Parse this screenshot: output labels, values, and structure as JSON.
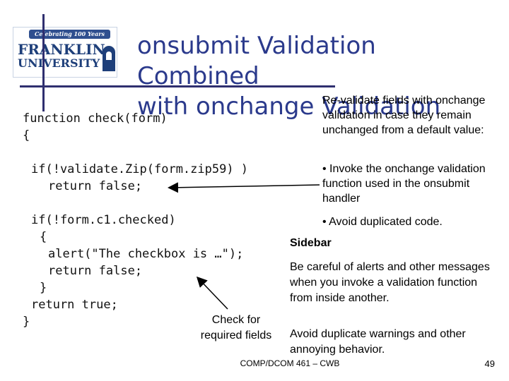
{
  "logo": {
    "banner": "Celebrating 100 Years",
    "line1": "FRANKLIN",
    "line2": "UNIVERSITY"
  },
  "title": {
    "line1": "onsubmit Validation Combined",
    "line2": "with onchange Validation"
  },
  "code": {
    "lines": [
      "function check(form)",
      "{",
      "if(!validate.Zip(form.zip59) )",
      "return false;",
      "if(!form.c1.checked)",
      "{",
      "alert(\"The checkbox is …\");",
      "return false;",
      "}",
      "return true;",
      "}"
    ]
  },
  "notes": {
    "revalidate": "Re-validate fields with onchange validation in case they remain unchanged from a default value:",
    "invoke": "• Invoke the onchange validation function used in the onsubmit handler",
    "avoid": "• Avoid duplicated code."
  },
  "sidebar": {
    "title": "Sidebar",
    "p1": "Be careful of alerts and other messages when you invoke a validation function from inside another.",
    "p2": "Avoid duplicate warnings and other annoying behavior."
  },
  "check_label": "Check for required fields",
  "footer": {
    "course": "COMP/DCOM 461 – CWB",
    "page": "49"
  },
  "colors": {
    "title": "#2b3a8c",
    "accent_line": "#2f2f6f",
    "logo_blue": "#1e3f7a"
  }
}
